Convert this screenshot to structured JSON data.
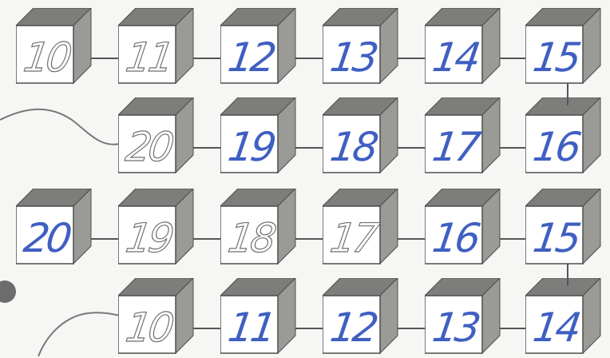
{
  "rows": [
    {
      "cells": [
        {
          "label": "10",
          "style": "traced"
        },
        {
          "label": "11",
          "style": "traced"
        },
        {
          "label": "12",
          "style": "blue"
        },
        {
          "label": "13",
          "style": "blue"
        },
        {
          "label": "14",
          "style": "blue"
        },
        {
          "label": "15",
          "style": "blue"
        }
      ]
    },
    {
      "cells": [
        {
          "label": "20",
          "style": "traced"
        },
        {
          "label": "19",
          "style": "blue"
        },
        {
          "label": "18",
          "style": "blue"
        },
        {
          "label": "17",
          "style": "blue"
        },
        {
          "label": "16",
          "style": "blue"
        }
      ]
    },
    {
      "cells": [
        {
          "label": "20",
          "style": "blue"
        },
        {
          "label": "19",
          "style": "traced"
        },
        {
          "label": "18",
          "style": "traced"
        },
        {
          "label": "17",
          "style": "traced"
        },
        {
          "label": "16",
          "style": "blue"
        },
        {
          "label": "15",
          "style": "blue"
        }
      ]
    },
    {
      "cells": [
        {
          "label": "10",
          "style": "traced"
        },
        {
          "label": "11",
          "style": "blue"
        },
        {
          "label": "12",
          "style": "blue"
        },
        {
          "label": "13",
          "style": "blue"
        },
        {
          "label": "14",
          "style": "blue"
        }
      ]
    }
  ],
  "colors": {
    "ink_blue": "#3f5fc2",
    "trace_gray": "#6f6f6f",
    "cube_top": "#7d7d7b",
    "cube_side": "#9a9a97",
    "cube_front": "#ffffff"
  }
}
